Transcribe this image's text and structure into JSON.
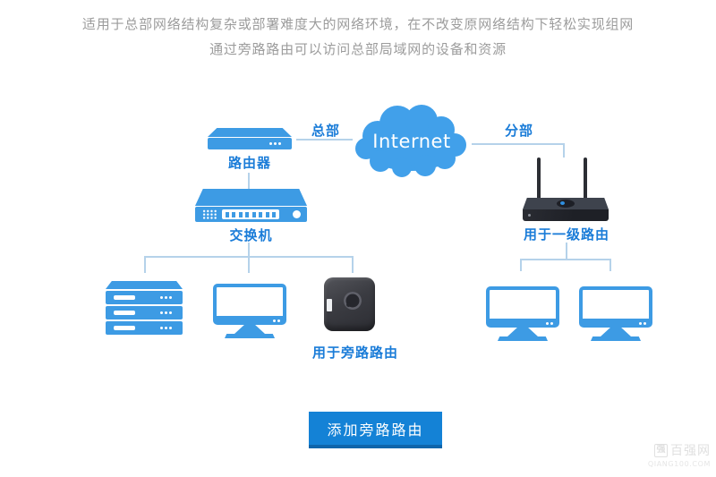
{
  "description": {
    "line1": "适用于总部网络结构复杂或部署难度大的网络环境，在不改变原网络结构下轻松实现组网",
    "line2": "通过旁路路由可以访问总部局域网的设备和资源"
  },
  "diagram": {
    "internet_label": "Internet",
    "hq_label": "总部",
    "branch_label": "分部",
    "router_label": "路由器",
    "switch_label": "交换机",
    "bypass_router_label": "用于旁路路由",
    "primary_router_label": "用于一级路由"
  },
  "button": {
    "label": "添加旁路路由"
  },
  "watermark": {
    "logo_char": "强",
    "site_name": "百强网",
    "site_url": "QIANG100.COM"
  },
  "colors": {
    "device_blue": "#3d9be4",
    "cloud_blue": "#41a0ea",
    "label_blue": "#1a7cd8",
    "connector_blue": "#b5d2ea",
    "button_blue": "#1482d6",
    "button_border_blue": "#0e65ab",
    "description_gray": "#9c9c9c"
  }
}
